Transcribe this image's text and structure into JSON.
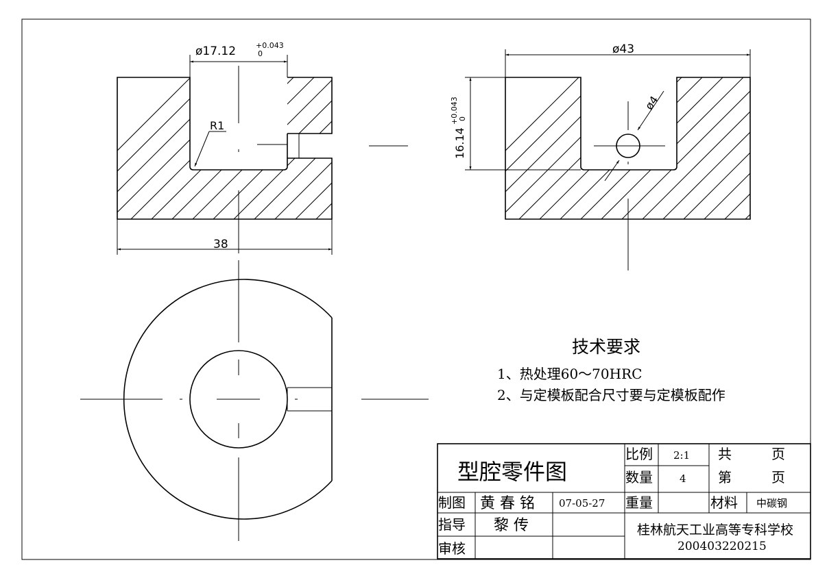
{
  "dimensions": {
    "hole_diameter": "ø17.12",
    "hole_tol_upper": "+0.043",
    "hole_tol_lower": "0",
    "width": "38",
    "outer_diameter": "ø43",
    "depth": "16.14",
    "depth_tol_upper": "+0.043",
    "depth_tol_lower": "0",
    "small_hole": "ø4",
    "radius": "R1"
  },
  "tech_requirements": {
    "title": "技术要求",
    "items": [
      "1、热处理60～70HRC",
      "2、与定模板配合尺寸要与定模板配作"
    ]
  },
  "title_block": {
    "drawing_name": "型腔零件图",
    "scale_label": "比例",
    "scale_value": "2:1",
    "qty_label": "数量",
    "qty_value": "4",
    "total_label": "共",
    "page_unit": "页",
    "sheet_label": "第",
    "weight_label": "重量",
    "material_label": "材料",
    "material_value": "中碳钢",
    "drawn_label": "制图",
    "drawn_by": "黄 春 铭",
    "drawn_date": "07-05-27",
    "guide_label": "指导",
    "guide_by": "黎 传",
    "review_label": "审核",
    "school": "桂林航天工业高等专科学校",
    "student_id": "200403220215"
  }
}
